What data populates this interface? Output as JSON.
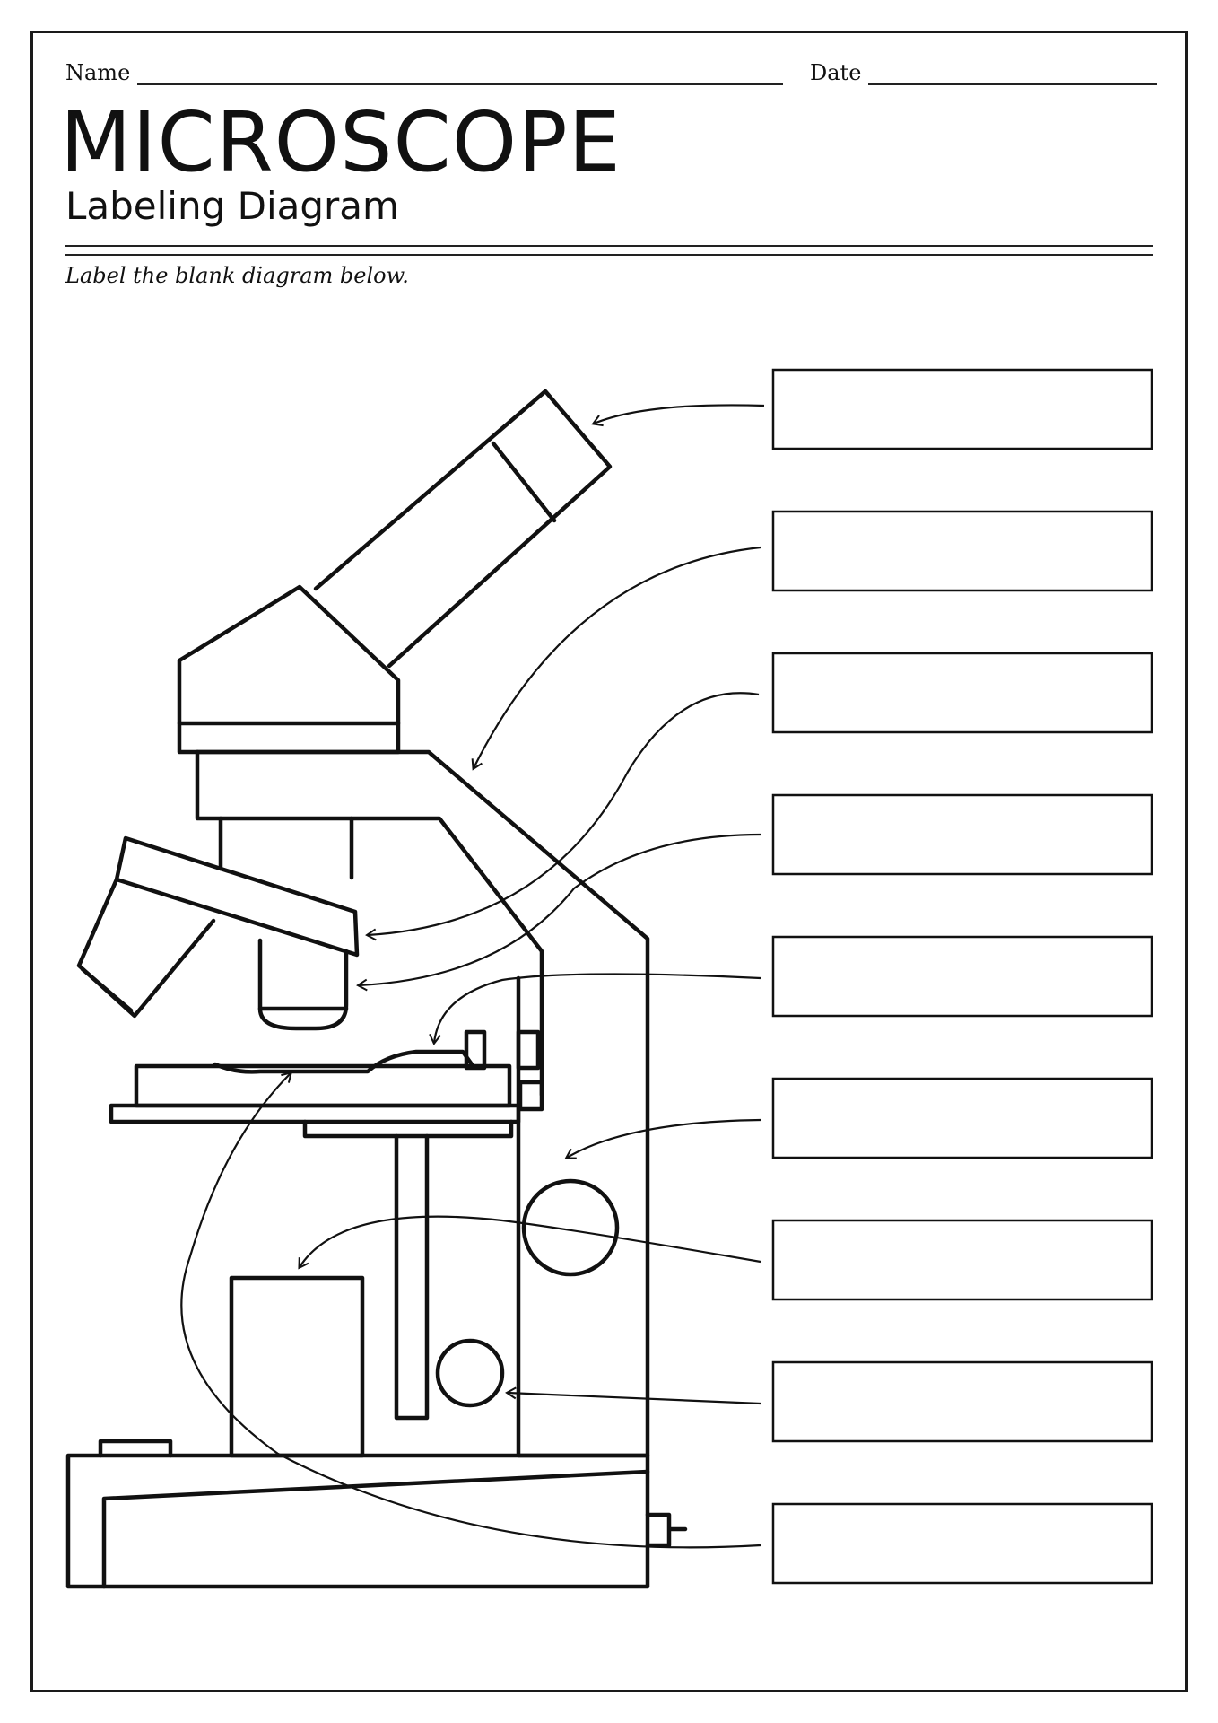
{
  "header": {
    "name_label": "Name",
    "date_label": "Date"
  },
  "title": "MICROSCOPE",
  "subtitle": "Labeling Diagram",
  "instruction": "Label the blank diagram below.",
  "colors": {
    "ink": "#111111",
    "paper": "#ffffff"
  },
  "label_boxes": 9
}
